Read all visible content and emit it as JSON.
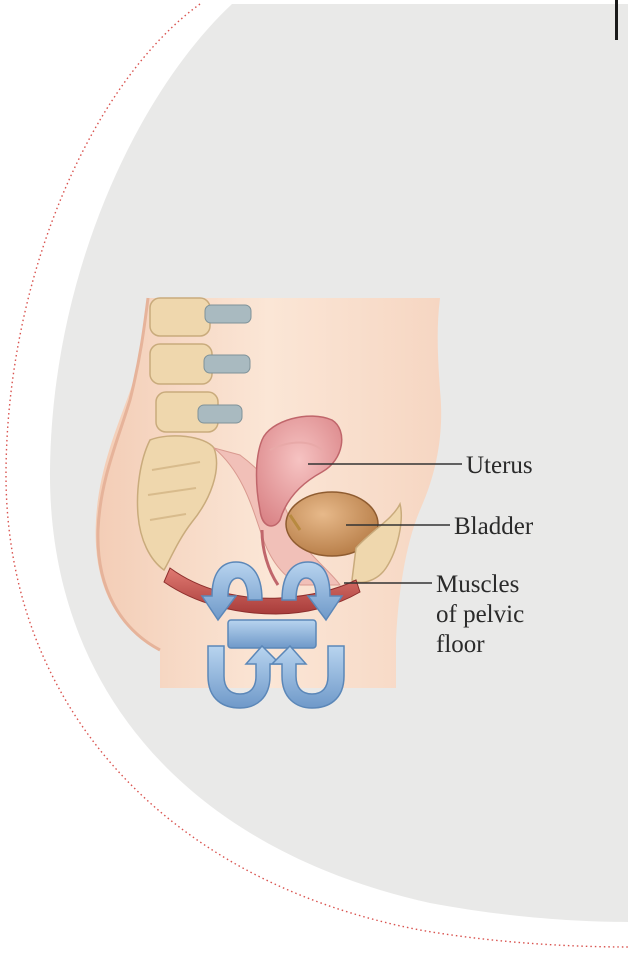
{
  "labels": {
    "uterus": "Uterus",
    "bladder": "Bladder",
    "muscles_line1": "Muscles",
    "muscles_line2": "of pelvic",
    "muscles_line3": "floor"
  },
  "colors": {
    "background_circle": "#e9e9e8",
    "dotted_border": "#d9534f",
    "skin": "#f8dcc7",
    "bone": "#efd7ad",
    "disc": "#a9bac0",
    "uterus": "#e59a9d",
    "bladder": "#c99460",
    "muscle": "#c0504d",
    "arrow_fill": "#9dc3e6",
    "arrow_stroke": "#5b87b8"
  }
}
